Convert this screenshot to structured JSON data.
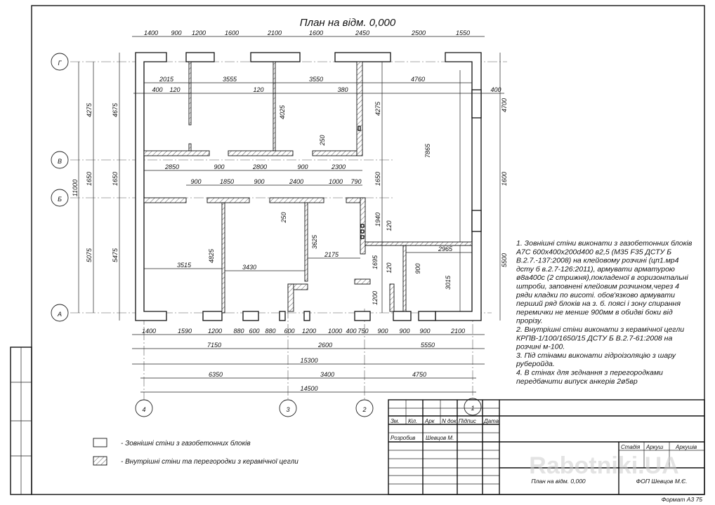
{
  "title": "План на відм. 0,000",
  "axes": {
    "rows": [
      "Г",
      "В",
      "Б",
      "А"
    ],
    "cols": [
      "4",
      "3",
      "2",
      "1"
    ]
  },
  "dims": {
    "top": [
      "1400",
      "900",
      "1200",
      "1600",
      "2100",
      "1600",
      "2450",
      "2500",
      "1550"
    ],
    "row2": [
      "2015",
      "3555",
      "3550",
      "4760"
    ],
    "row3": [
      "400",
      "120",
      "120",
      "380",
      "400"
    ],
    "mid1": [
      "2850",
      "900",
      "2800",
      "900",
      "2300"
    ],
    "mid2": [
      "900",
      "1850",
      "900",
      "2400",
      "1000",
      "790"
    ],
    "inner_h": [
      "3515",
      "3430",
      "2175",
      "2965"
    ],
    "bottom1": [
      "1400",
      "1590",
      "1200",
      "880",
      "600",
      "880",
      "600",
      "1200",
      "1000",
      "400",
      "750",
      "900",
      "900",
      "900",
      "2100"
    ],
    "bottom2": [
      "7150",
      "2600",
      "5550"
    ],
    "bottom3": [
      "15300"
    ],
    "bottom4": [
      "6350",
      "3400",
      "4750"
    ],
    "bottom5": [
      "14500"
    ],
    "left_a": [
      "4275",
      "1650",
      "5075"
    ],
    "left_b": [
      "4675",
      "1650",
      "5475"
    ],
    "left_total": [
      "11000"
    ],
    "inner_v": [
      "4025",
      "250",
      "4275",
      "7865",
      "4700",
      "1650",
      "1600",
      "1940",
      "250",
      "3625",
      "4825",
      "1695",
      "120",
      "1200",
      "900",
      "3015",
      "5500",
      "120"
    ]
  },
  "notes": [
    "1. Зовнішні стіни виконати з газобетонних блоків",
    "А7С 600х400х200d400 в2,5 (М35 F35   ДСТУ Б",
    "В.2.7.-137:2008) на клейовому розчині (цп1.мр4",
    "дсту б в.2.7-126:2011), армувати арматурою",
    "ø8а400с (2 стрижня),покладеної в горизонтальні",
    "штроби, заповнені клейовим розчином,через 4",
    "ряди кладки по висоті. обов'язково армувати",
    "перший ряд блоків на з. б. поясі і зону спирання",
    "перемички не менше 900мм в обидві боки від",
    "прорізу.",
    "2. Внутрішні стіни виконати з керамічної цегли",
    "КРПВ-1/100/1650/15 ДСТУ Б В.2.7-61:2008 на",
    "розчині м-100.",
    "3. Під стінами виконати гідроізоляцію з шару",
    "руберойда.",
    "4. В стінах для зєднання з перегородками",
    "передбачити випуск анкерів 2ø5вр"
  ],
  "legend": [
    {
      "label": "- Зовнішні стіни з  газобетонних  блоків"
    },
    {
      "label": "- Внутрішні стіни та перегородки з керамічної цегли"
    }
  ],
  "title_block": {
    "headers": [
      "Зм.",
      "Кіл.",
      "Арк",
      "N док.",
      "Підпис",
      "Дата"
    ],
    "developed_label": "Розробив",
    "developer": "Шевцов М.",
    "stage_headers": [
      "Стадія",
      "Аркуш",
      "Аркушів"
    ],
    "sheet_title": "План на відм. 0,000",
    "company": "ФОП Шевцов М.Є.",
    "format": "Формат А3 75"
  },
  "watermark": "Rabotniki.UA"
}
